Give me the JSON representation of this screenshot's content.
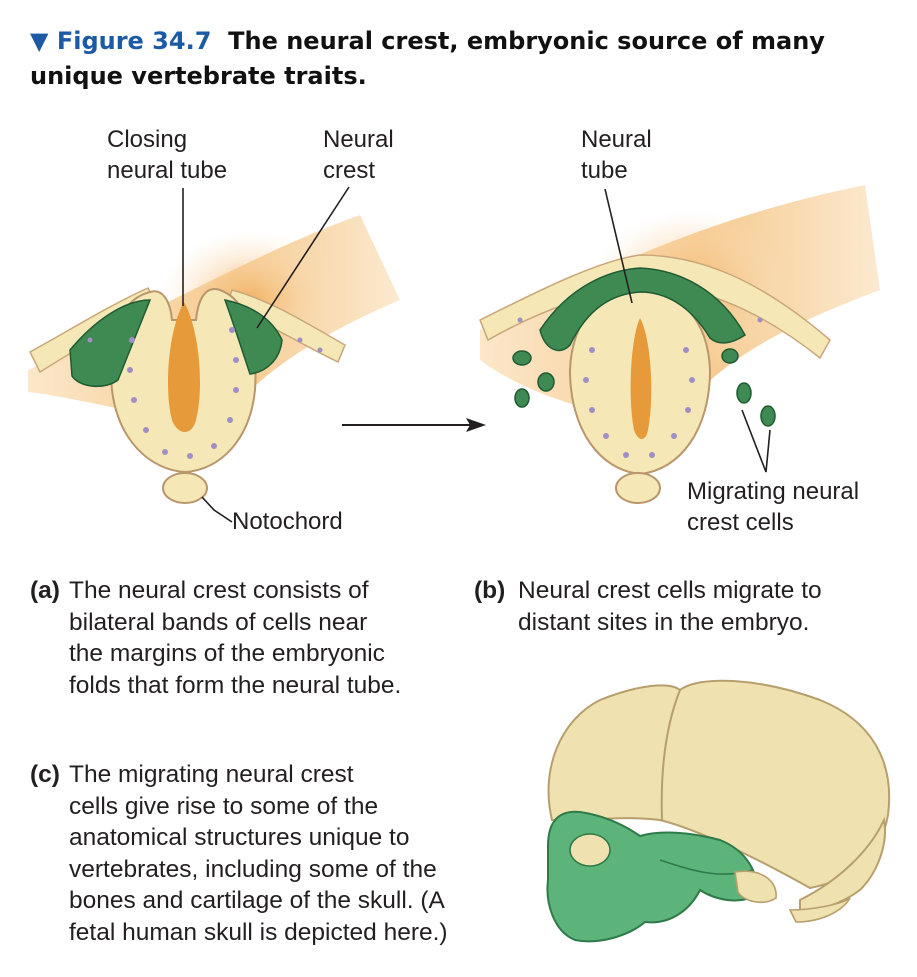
{
  "title": {
    "marker": "▼",
    "figure_number": "Figure 34.7",
    "text": "The neural crest, embryonic source of many unique vertebrate traits."
  },
  "labels": {
    "closing_neural_tube": [
      "Closing",
      "neural tube"
    ],
    "neural_crest": [
      "Neural",
      "crest"
    ],
    "neural_tube": [
      "Neural",
      "tube"
    ],
    "notochord": "Notochord",
    "migrating_cells": [
      "Migrating neural",
      "crest cells"
    ]
  },
  "captions": {
    "a": {
      "tag": "(a)",
      "lines": [
        "The neural crest consists of",
        "bilateral bands of cells near",
        "the margins of the embryonic",
        "folds that form the neural tube."
      ]
    },
    "b": {
      "tag": "(b)",
      "lines": [
        "Neural crest cells migrate to",
        "distant sites in the embryo."
      ]
    },
    "c": {
      "tag": "(c)",
      "lines": [
        "The migrating neural crest",
        "cells give rise to some of the",
        "anatomical structures unique to",
        "vertebrates, including some of the",
        "bones and cartilage of the skull. (A",
        "fetal human skull is depicted here.)"
      ]
    }
  },
  "colors": {
    "title_accent": "#1c5aa3",
    "cell_fill": "#f6e8b6",
    "crest_green": "#3f8a53",
    "lumen_orange": "#e79a3a",
    "nucleus_purple": "#a08fc4",
    "skull_bone": "#efe2b0",
    "skull_green": "#5cb47a"
  }
}
